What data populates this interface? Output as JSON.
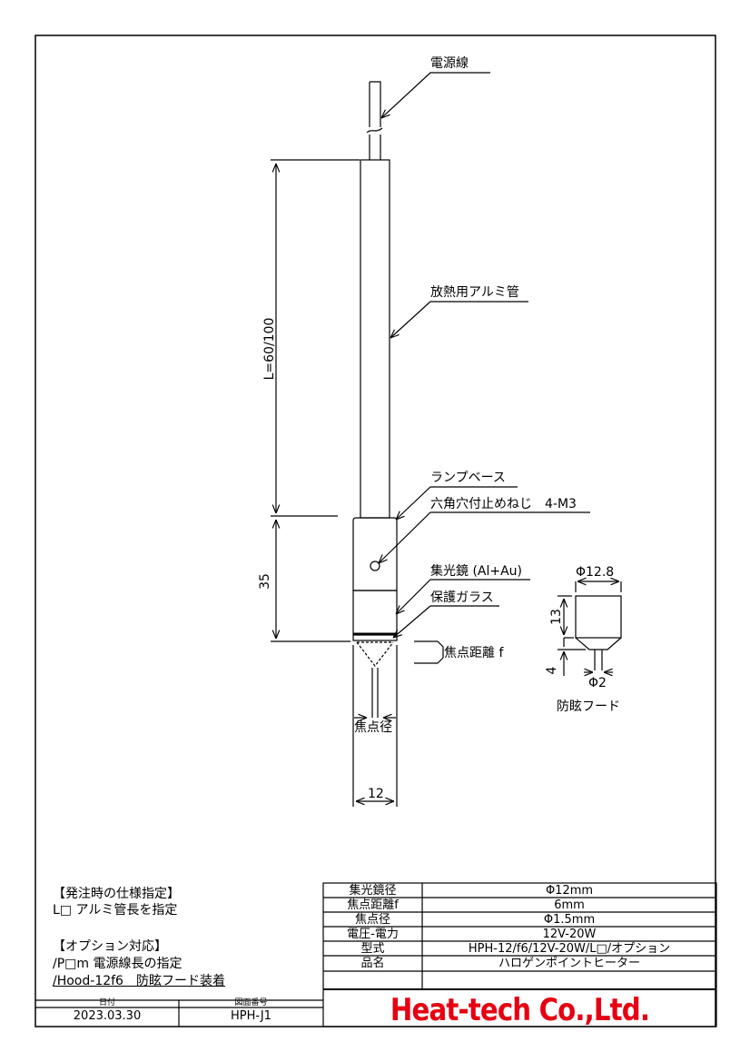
{
  "labels": {
    "power_wire": "電源線",
    "aluminum_tube": "放熱用アルミ管",
    "lamp_base": "ランプベース",
    "hex_screw": "六角穴付止めねじ　4-M3",
    "reflector": "集光鏡 (Al+Au)",
    "glass": "保護ガラス",
    "focal_distance": "焦点距離 f",
    "focal_diameter": "焦点径",
    "dim_L": "L=60/100",
    "dim_35": "35",
    "dim_12": "12",
    "hood_dia": "Φ12.8",
    "hood_13": "13",
    "hood_4": "4",
    "hood_phi2": "Φ2",
    "hood_name": "防眩フード"
  },
  "notes": {
    "spec_title": "【発注時の仕様指定】",
    "spec_line1": "L□ アルミ管長を指定",
    "option_title": "【オプション対応】",
    "option_line1": "/P□m 電源線長の指定",
    "option_line2": "/Hood-12f6　防眩フード装着"
  },
  "title_block": {
    "date_header": "日付",
    "drawing_no_header": "図面番号",
    "date": "2023.03.30",
    "drawing_no": "HPH-J1",
    "company": "Heat-tech Co.,Ltd."
  },
  "spec_table": [
    {
      "key": "集光鏡径",
      "value": "Φ12mm"
    },
    {
      "key": "焦点距離f",
      "value": "6mm"
    },
    {
      "key": "焦点径",
      "value": "Φ1.5mm"
    },
    {
      "key": "電圧-電力",
      "value": "12V-20W"
    },
    {
      "key": "型式",
      "value": "HPH-12/f6/12V-20W/L□/オプション"
    },
    {
      "key": "品名",
      "value": "ハロゲンポイントヒーター"
    }
  ],
  "colors": {
    "line": "#000000",
    "company": "#e60012"
  }
}
